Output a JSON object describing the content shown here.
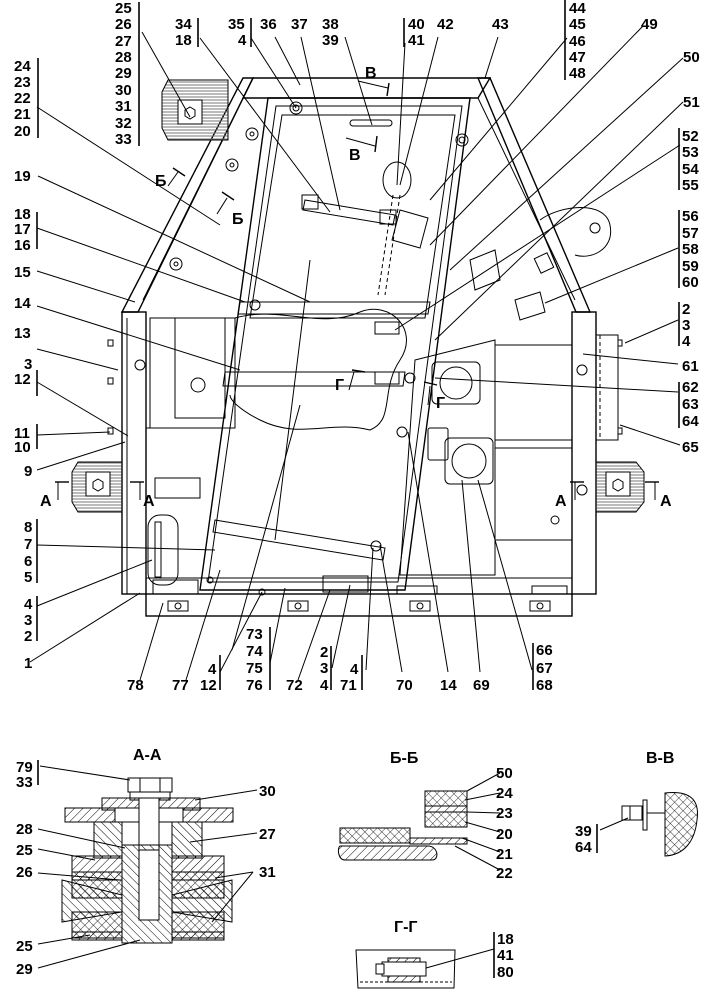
{
  "drawing": {
    "type": "assembly-drawing",
    "subject": "cab frame assembly with section views",
    "callouts": {
      "top_left_group_a": [
        "24",
        "23",
        "22",
        "21",
        "20"
      ],
      "top_left_group_b": [
        "25",
        "26",
        "27",
        "28",
        "29",
        "30",
        "31",
        "32",
        "33"
      ],
      "top_34_18": [
        "34",
        "18"
      ],
      "top_35_4": [
        "35",
        "4"
      ],
      "top_36": "36",
      "top_37": "37",
      "top_38_39": [
        "38",
        "39"
      ],
      "top_40_41": [
        "40",
        "41"
      ],
      "top_42": "42",
      "top_43": "43",
      "top_right_group": [
        "44",
        "45",
        "46",
        "47",
        "48"
      ],
      "r49": "49",
      "r50": "50",
      "r51": "51",
      "r52_55": [
        "52",
        "53",
        "54",
        "55"
      ],
      "r56_60": [
        "56",
        "57",
        "58",
        "59",
        "60"
      ],
      "r2_4": [
        "2",
        "3",
        "4"
      ],
      "r61": "61",
      "r62_64": [
        "62",
        "63",
        "64"
      ],
      "r65": "65",
      "l19": "19",
      "l18_16": [
        "18",
        "17",
        "16"
      ],
      "l15": "15",
      "l14": "14",
      "l13": "13",
      "l3_12": [
        "3",
        "12"
      ],
      "l11_10": [
        "11",
        "10"
      ],
      "l9": "9",
      "l8_5": [
        "8",
        "7",
        "6",
        "5"
      ],
      "l4_2": [
        "4",
        "3",
        "2"
      ],
      "l1": "1",
      "b78": "78",
      "b77": "77",
      "b4_12": [
        "4",
        "12"
      ],
      "b73_76": [
        "73",
        "74",
        "75",
        "76"
      ],
      "b72": "72",
      "b2_4": [
        "2",
        "3",
        "4"
      ],
      "b4_71": [
        "4",
        "71"
      ],
      "b70": "70",
      "b14": "14",
      "b69": "69",
      "b66_68": [
        "66",
        "67",
        "68"
      ]
    },
    "section_marks": {
      "a": "А",
      "b": "Б",
      "v": "В",
      "g": "Г"
    },
    "sections": {
      "aa": {
        "title": "А-А",
        "callouts_left": [
          [
            "79",
            "33"
          ],
          "28",
          "25",
          "26",
          "25",
          "29"
        ],
        "callouts_right": [
          "30",
          "27",
          "31"
        ]
      },
      "bb": {
        "title": "Б-Б",
        "callouts": [
          "50",
          "24",
          "23",
          "20",
          "21",
          "22"
        ]
      },
      "vv": {
        "title": "В-В",
        "callouts": [
          "39",
          "64"
        ]
      },
      "gg": {
        "title": "Г-Г",
        "callouts": [
          "18",
          "41",
          "80"
        ]
      }
    }
  }
}
